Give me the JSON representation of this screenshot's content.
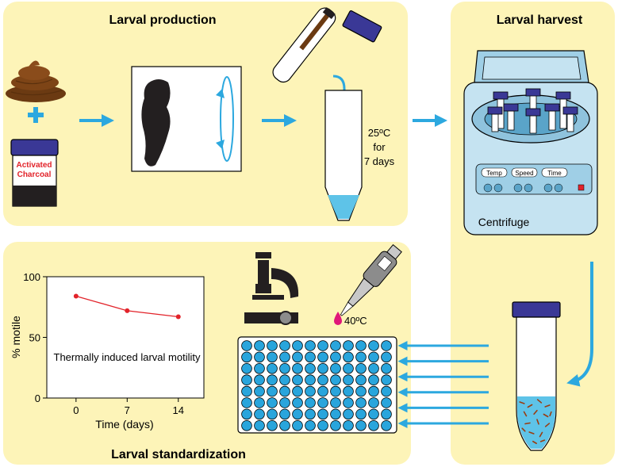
{
  "panels": {
    "production": {
      "title": "Larval production"
    },
    "harvest": {
      "title": "Larval harvest"
    },
    "standardization": {
      "title": "Larval standardization"
    }
  },
  "charcoal_jar": {
    "label_line1": "Activated",
    "label_line2": "Charcoal"
  },
  "incubation": {
    "line1": "25ºC",
    "line2": "for",
    "line3": "7 days"
  },
  "centrifuge": {
    "label": "Centrifuge",
    "buttons": [
      "Temp",
      "Speed",
      "Time"
    ],
    "colors": {
      "body": "#c5e3f1",
      "lid": "#9fcfe6",
      "tube_cap": "#3a3896"
    }
  },
  "pipette": {
    "temperature": "40ºC"
  },
  "colors": {
    "panel_bg": "#fdf4b8",
    "arrow": "#2ca8df",
    "well": "#29a5dc",
    "cap": "#3a3896",
    "liquid": "#5ec3e8",
    "line": "#e2232a",
    "drop": "#e0177a"
  },
  "chart_data": {
    "type": "line",
    "annotation": "Thermally induced larval motility",
    "xlabel": "Time (days)",
    "ylabel": "% motile",
    "x": [
      0,
      7,
      14
    ],
    "y": [
      84,
      72,
      67
    ],
    "xticks": [
      "0",
      "7",
      "14"
    ],
    "yticks": [
      "0",
      "50",
      "100"
    ],
    "xlim": [
      -4,
      17.5
    ],
    "ylim": [
      0,
      100
    ],
    "grid": false
  }
}
